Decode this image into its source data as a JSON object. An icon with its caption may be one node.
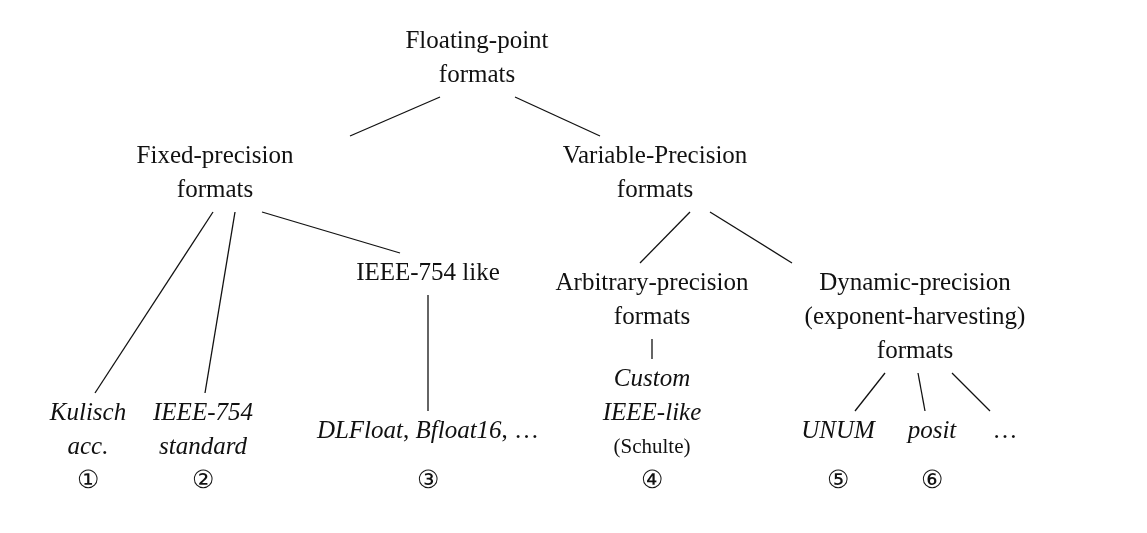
{
  "diagram": {
    "nodes": [
      {
        "text": [
          "Floating-point formats"
        ]
      },
      {
        "text": [
          "Fixed-precision formats"
        ]
      },
      {
        "text": [
          "Variable-Precision formats"
        ]
      },
      {
        "text": [
          "Kulisch acc."
        ],
        "beside": [
          "①"
        ]
      },
      {
        "text": [
          "IEEE-754 standard"
        ],
        "beside": [
          "②"
        ]
      },
      {
        "text": [
          "IEEE-754 like"
        ]
      },
      {
        "text": [
          "*DLFloat*, *Bfloat16*, …"
        ],
        "beside": [
          "③"
        ]
      },
      {
        "text": [
          "Arbitrary-precision formats"
        ]
      },
      {
        "text": [
          "Custom IEEE-like",
          "(Schulte)"
        ],
        "beside": [
          "④"
        ]
      },
      {
        "text": [
          "Dynamic-precision (exponent-harvesting) formats"
        ]
      },
      {
        "text": [
          "UNUM"
        ],
        "beside": [
          "⑤"
        ]
      },
      {
        "text": [
          "posit"
        ],
        "beside": [
          "⑥"
        ]
      },
      {
        "text": [
          "…"
        ]
      }
    ],
    "edges": [
      {
        "from": 0,
        "to": 1,
        "arrow": "none"
      },
      {
        "from": 0,
        "to": 2,
        "arrow": "none"
      },
      {
        "from": 1,
        "to": 3,
        "arrow": "none"
      },
      {
        "from": 1,
        "to": 4,
        "arrow": "none"
      },
      {
        "from": 1,
        "to": 5,
        "arrow": "none"
      },
      {
        "from": 5,
        "to": 6,
        "arrow": "none"
      },
      {
        "from": 2,
        "to": 7,
        "arrow": "none"
      },
      {
        "from": 2,
        "to": 9,
        "arrow": "none"
      },
      {
        "from": 7,
        "to": 8,
        "arrow": "none"
      },
      {
        "from": 9,
        "to": 10,
        "arrow": "none"
      },
      {
        "from": 9,
        "to": 11,
        "arrow": "none"
      },
      {
        "from": 9,
        "to": 12,
        "arrow": "none"
      }
    ]
  }
}
